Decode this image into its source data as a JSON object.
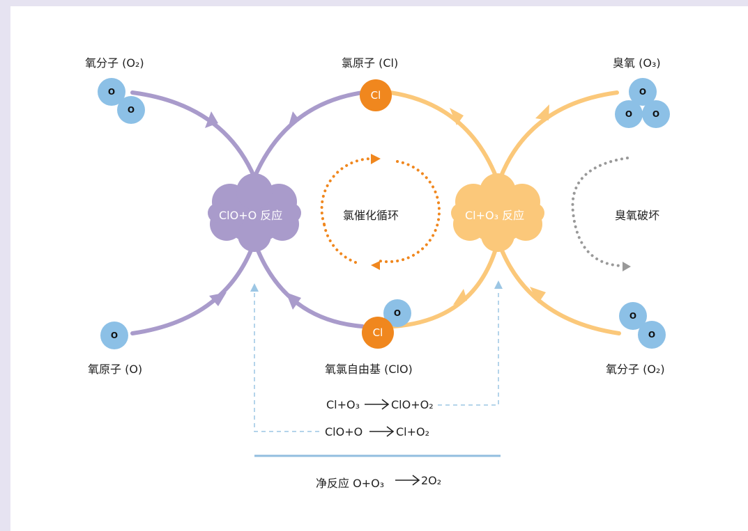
{
  "labels": {
    "o2_top_left": "氧分子 (O₂)",
    "cl_atom": "氯原子 (Cl)",
    "ozone": "臭氧 (O₃)",
    "o_atom": "氧原子 (O)",
    "clo_radical": "氧氯自由基 (ClO)",
    "o2_bottom_right": "氧分子 (O₂)",
    "clo_o_reaction": "ClO+O 反应",
    "cl_o3_reaction": "Cl+O₃ 反应",
    "chlorine_cycle": "氯催化循环",
    "ozone_destruction": "臭氧破坏"
  },
  "atoms": {
    "o": "O",
    "cl": "Cl"
  },
  "equations": {
    "eq1_left": "Cl+O₃",
    "eq1_right": "ClO+O₂",
    "eq2_left": "ClO+O",
    "eq2_right": "Cl+O₂",
    "net_prefix": "净反应 O+O₃",
    "net_right": "2O₂"
  },
  "colors": {
    "purple": "#a99bcb",
    "light_orange": "#fbc87a",
    "orange": "#f0871e",
    "blue_atom": "#8cc0e6",
    "dashed_blue": "#9cc6e4",
    "gray": "#999999",
    "net_line": "#92bedf"
  }
}
